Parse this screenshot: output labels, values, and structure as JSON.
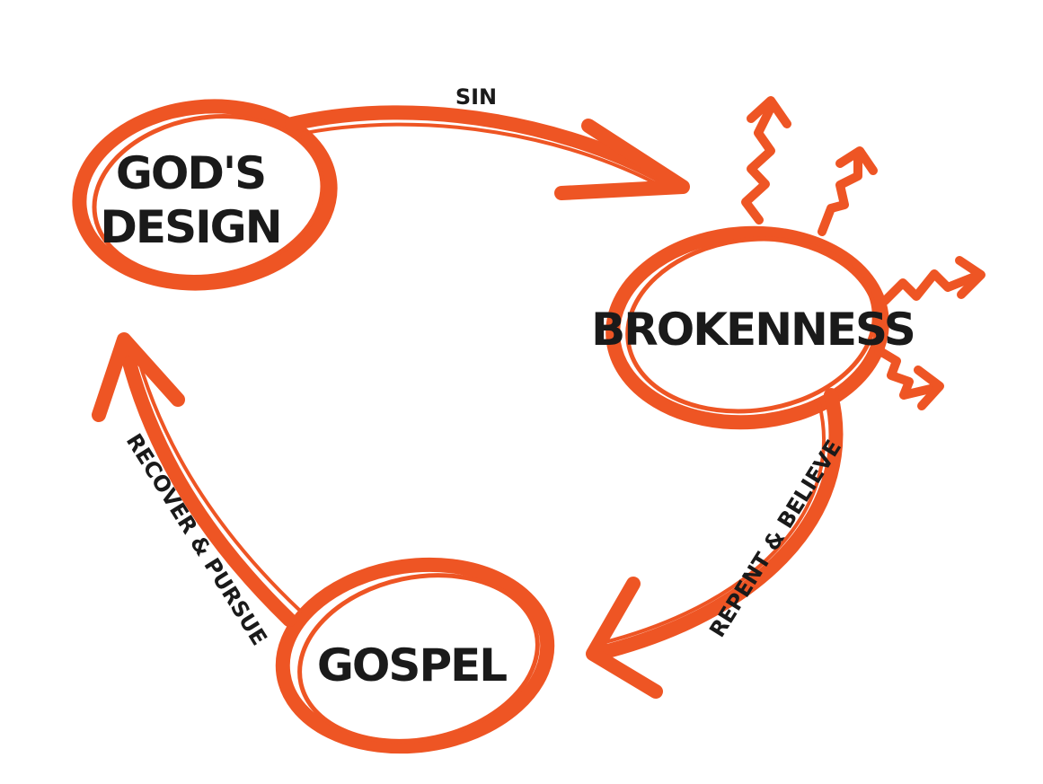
{
  "colors": {
    "accent": "#ee5524",
    "text": "#1a1a1a",
    "background": "#ffffff"
  },
  "nodes": {
    "gods_design": {
      "line1": "GOD'S",
      "line2": "DESIGN"
    },
    "brokenness": {
      "label": "BROKENNESS"
    },
    "gospel": {
      "label": "GOSPEL"
    }
  },
  "edges": {
    "sin": {
      "label": "SIN"
    },
    "repent_believe": {
      "label": "REPENT & BELIEVE"
    },
    "recover_pursue": {
      "label": "RECOVER & PURSUE"
    }
  }
}
